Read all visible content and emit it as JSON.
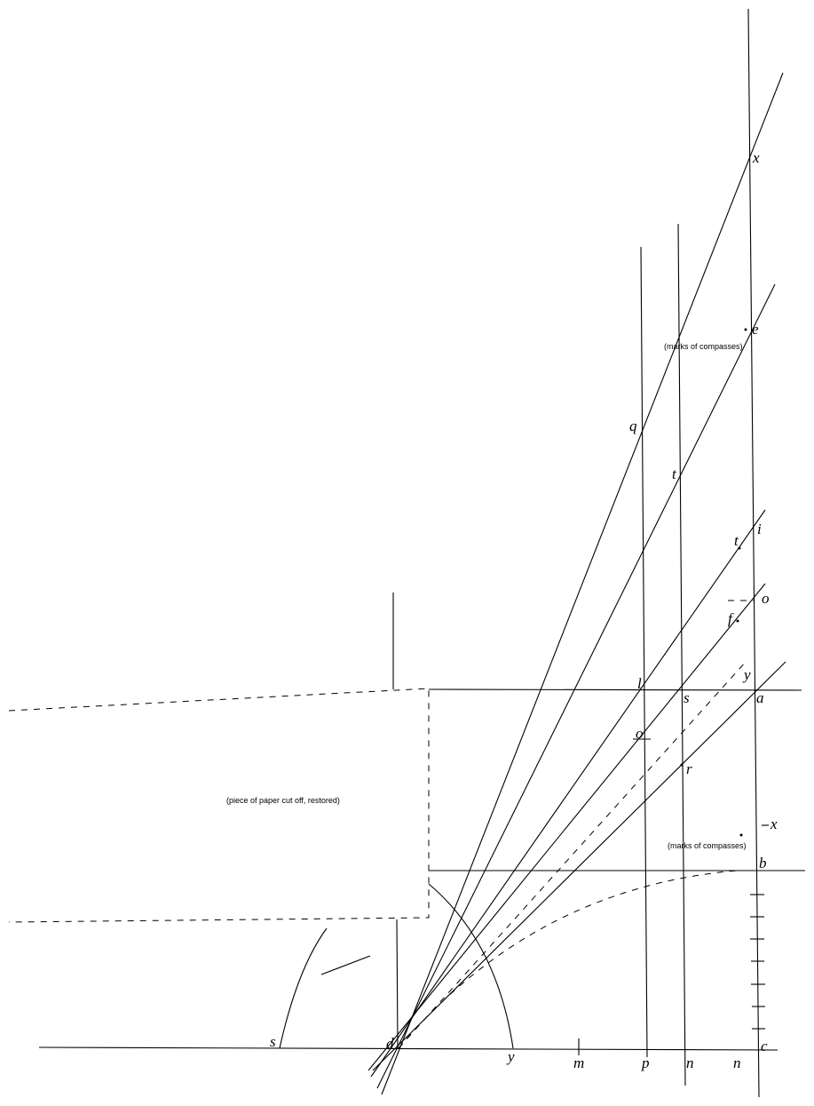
{
  "labels": {
    "x_top": "x",
    "e": "e",
    "q": "q",
    "t1": "t",
    "t2": "t",
    "i": "i",
    "o_upper": "o",
    "f": "f",
    "y_upper": "y",
    "l": "l",
    "s_mid": "s",
    "a": "a",
    "o_lower": "o",
    "r": "r",
    "x_lower": "x",
    "b": "b",
    "c": "c",
    "d": "d",
    "s_left": "s",
    "y_base": "y",
    "m": "m",
    "p": "p",
    "n1": "n",
    "n2": "n"
  },
  "notes": {
    "compasses_top": "(marks of compasses)",
    "compasses_bottom": "(marks of compasses)",
    "paper_restored": "(piece of paper cut off, restored)"
  }
}
